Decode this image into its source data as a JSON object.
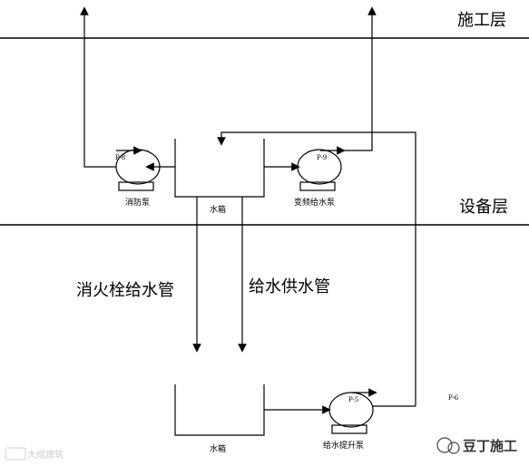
{
  "labels": {
    "construction_floor": "施工层",
    "equipment_floor": "设备层",
    "fire_hydrant_pipe": "消火栓给水管",
    "water_supply_pipe": "给水供水管"
  },
  "equipment": {
    "pump_p8_tag": "P-8",
    "pump_p8_name": "消防泵",
    "pump_p9_tag": "P-9",
    "pump_p9_name": "变频给水泵",
    "tank_upper_name": "水箱",
    "tank_lower_name": "水箱",
    "pump_p5_tag": "P-5",
    "pump_p5_name": "给水提升泵",
    "pump_p6_tag": "P-6"
  },
  "watermark": {
    "left_text": "大成建筑",
    "right_text": "豆丁施工"
  }
}
